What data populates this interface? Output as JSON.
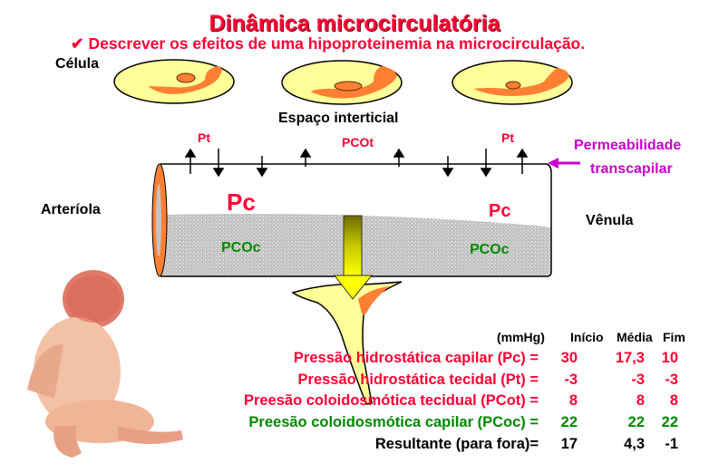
{
  "title": "Dinâmica microcirculatória",
  "subtitle": {
    "check_icon": "✔",
    "text": "Descrever os efeitos de uma hipoproteinemia na microcirculação."
  },
  "labels": {
    "celula": "Célula",
    "espaco": "Espaço interticial",
    "arteriola": "Arteríola",
    "venula": "Vênula",
    "pt_left": "Pt",
    "pcot": "PCOt",
    "pt_right": "Pt",
    "pc_left": "Pc",
    "pc_right": "Pc",
    "pcoc_left": "PCOc",
    "pcoc_right": "PCOc",
    "permeabilidade_line1": "Permeabilidade",
    "permeabilidade_line2": "transcapilar"
  },
  "colors": {
    "title_red": "#ff0033",
    "green": "#008a00",
    "magenta": "#cc00cc",
    "cell_yellow": "#ffff99",
    "cell_orange": "#ff8033",
    "capillary_gray": "#c8c8c8"
  },
  "table": {
    "unit": "(mmHg)",
    "columns": [
      "Início",
      "Média",
      "Fim"
    ],
    "rows": [
      {
        "label": "Pressão hidrostática  capilar (Pc) =",
        "color": "red",
        "values": [
          "30",
          "17,3",
          "10"
        ]
      },
      {
        "label": "Pressão hidrostática tecidal (Pt) =",
        "color": "red",
        "values": [
          "-3",
          "-3",
          "-3"
        ]
      },
      {
        "label": "Preesão coloidosmótica tecidual (PCot) =",
        "color": "red",
        "values": [
          "8",
          "8",
          "8"
        ]
      },
      {
        "label": "Preesão coloidosmótica capilar (PCoc) =",
        "color": "green",
        "values": [
          "22",
          "22",
          "22"
        ]
      },
      {
        "label": "Resultante (para fora)=",
        "color": "black",
        "values": [
          "17",
          "4,3",
          "-1"
        ]
      }
    ]
  }
}
